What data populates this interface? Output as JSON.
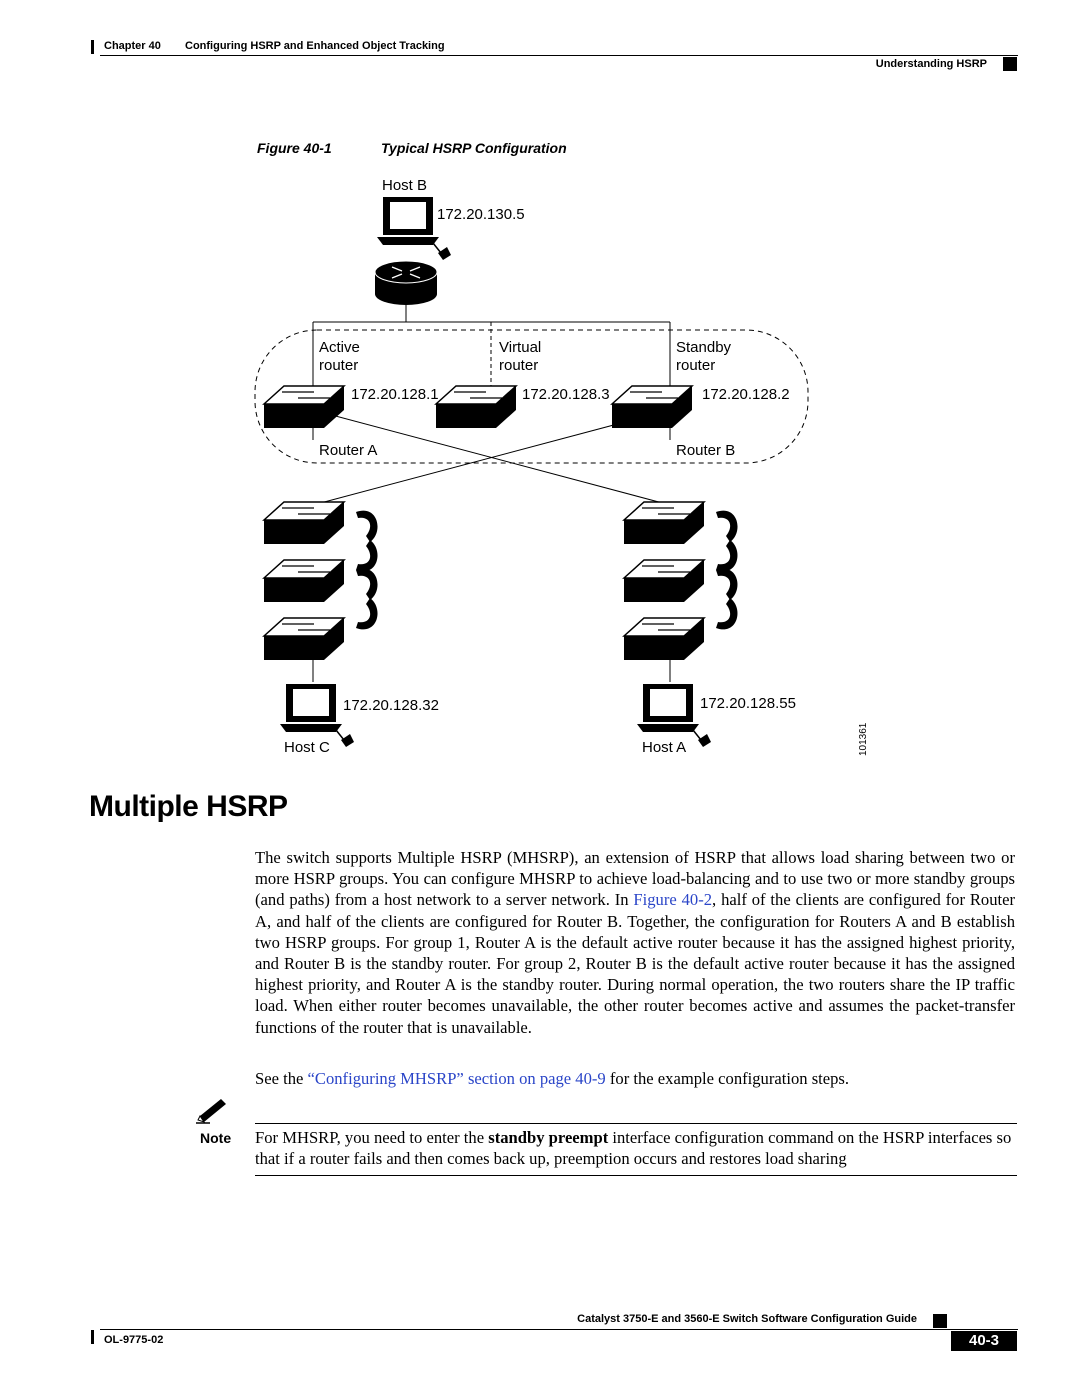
{
  "header": {
    "chapter": "Chapter 40",
    "chapter_title": "Configuring HSRP and Enhanced Object Tracking",
    "section": "Understanding HSRP"
  },
  "figure": {
    "label": "Figure 40-1",
    "title": "Typical HSRP Configuration",
    "host_b": "Host B",
    "host_b_ip": "172.20.130.5",
    "active_line1": "Active",
    "active_line2": "router",
    "virtual_line1": "Virtual",
    "virtual_line2": "router",
    "standby_line1": "Standby",
    "standby_line2": "router",
    "ip_a": "172.20.128.1",
    "ip_virtual": "172.20.128.3",
    "ip_b": "172.20.128.2",
    "router_a": "Router A",
    "router_b": "Router B",
    "host_c_ip": "172.20.128.32",
    "host_a_ip": "172.20.128.55",
    "host_c": "Host C",
    "host_a": "Host A",
    "fig_id": "101361"
  },
  "section": {
    "heading": "Multiple HSRP",
    "p1_before": "The switch supports Multiple HSRP (MHSRP), an extension of HSRP that allows load sharing between two or more HSRP groups. You can configure MHSRP to achieve load-balancing and to use two or more standby groups (and paths) from a host network to a server network. In ",
    "p1_link": "Figure 40-2",
    "p1_after": ", half of the clients are configured for Router A, and half of the clients are configured for Router B. Together, the configuration for Routers A and B establish two HSRP groups. For group 1, Router A is the default active router because it has the assigned highest priority, and Router B is the standby router. For group 2, Router B is the default active router because it has the assigned highest priority, and Router A is the standby router. During normal operation, the two routers share the IP traffic load. When either router becomes unavailable, the other router becomes active and assumes the packet-transfer functions of the router that is unavailable.",
    "p2_before": "See the ",
    "p2_link": "“Configuring MHSRP” section on page 40-9",
    "p2_after": " for the example configuration steps."
  },
  "note": {
    "label": "Note",
    "before": "For MHSRP, you need to enter the ",
    "command": "standby preempt",
    "after": " interface configuration command on the HSRP interfaces so that if a router fails and then comes back up, preemption occurs and restores load sharing"
  },
  "footer": {
    "guide_title": "Catalyst 3750-E and 3560-E Switch Software Configuration Guide",
    "doc_id": "OL-9775-02",
    "page": "40-3"
  }
}
